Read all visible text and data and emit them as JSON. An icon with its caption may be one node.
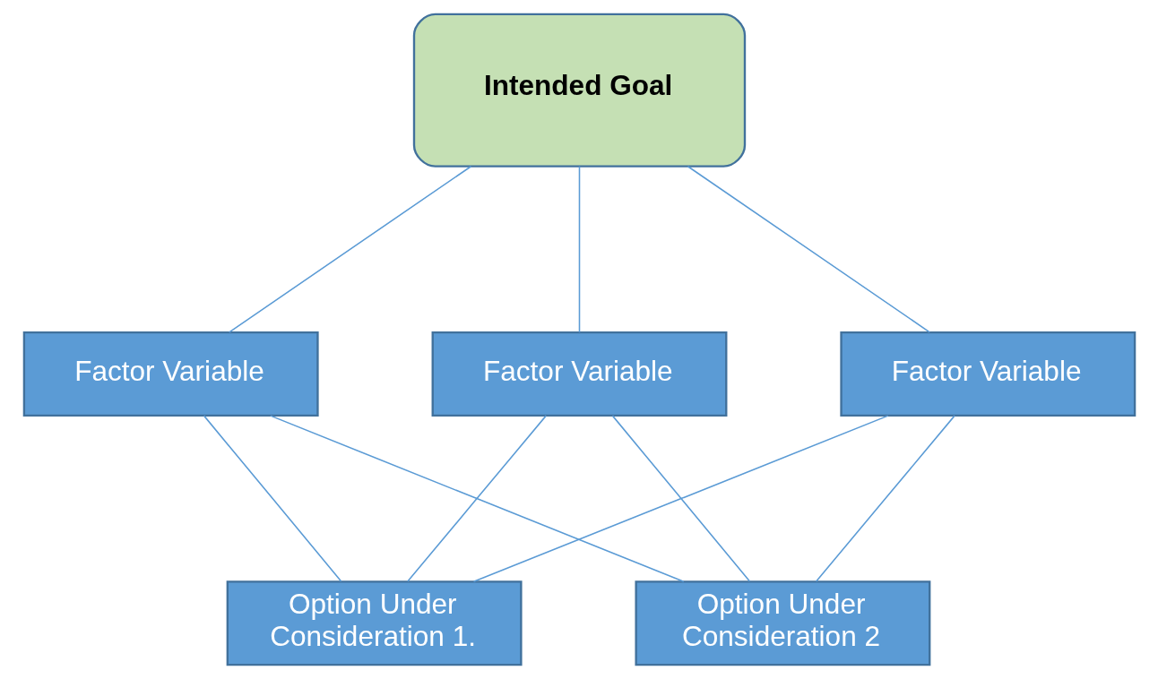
{
  "diagram": {
    "nodes": [
      {
        "text": [
          "Intended Goal"
        ]
      },
      {
        "text": [
          "Factor Variable"
        ]
      },
      {
        "text": [
          "Factor Variable"
        ]
      },
      {
        "text": [
          "Factor Variable"
        ]
      },
      {
        "text": [
          "Option Under Consideration 1."
        ]
      },
      {
        "text": [
          "Option Under Consideration 2"
        ]
      }
    ],
    "edges": [
      {
        "from": 0,
        "to": 1,
        "arrow": "none"
      },
      {
        "from": 0,
        "to": 2,
        "arrow": "none"
      },
      {
        "from": 0,
        "to": 3,
        "arrow": "none"
      },
      {
        "from": 1,
        "to": 4,
        "arrow": "none"
      },
      {
        "from": 1,
        "to": 5,
        "arrow": "none"
      },
      {
        "from": 2,
        "to": 4,
        "arrow": "none"
      },
      {
        "from": 2,
        "to": 5,
        "arrow": "none"
      },
      {
        "from": 3,
        "to": 4,
        "arrow": "none"
      },
      {
        "from": 3,
        "to": 5,
        "arrow": "none"
      }
    ]
  }
}
